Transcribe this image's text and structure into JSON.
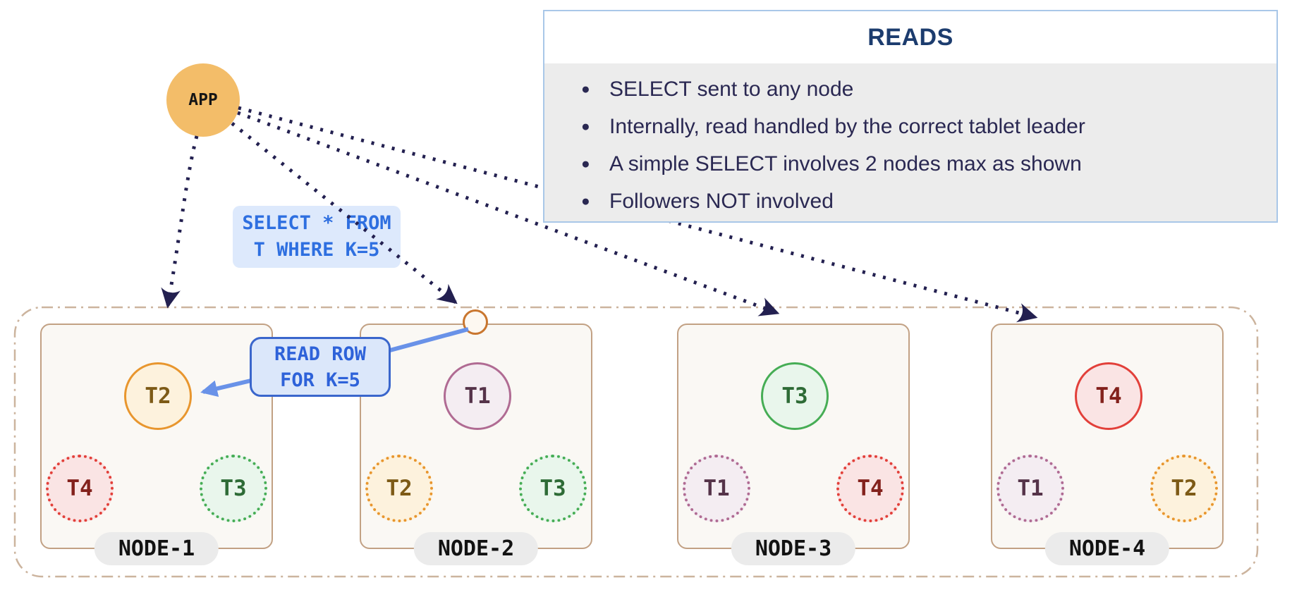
{
  "app": {
    "label": "APP"
  },
  "legend": {
    "title": "READS",
    "bullet_icon": "●",
    "items": [
      "SELECT sent to any node",
      "Internally, read handled by the correct tablet leader",
      "A simple SELECT involves 2 nodes max as shown",
      "Followers NOT involved"
    ]
  },
  "annotations": {
    "select_query": {
      "line1": "SELECT * FROM",
      "line2": "T WHERE K=5"
    },
    "read_row": {
      "line1": "READ ROW",
      "line2": "FOR K=5"
    }
  },
  "nodes": [
    {
      "label": "NODE-1",
      "leader": {
        "id": "T2",
        "color": "orange"
      },
      "followers": [
        {
          "id": "T4",
          "color": "red"
        },
        {
          "id": "T3",
          "color": "green"
        }
      ]
    },
    {
      "label": "NODE-2",
      "leader": {
        "id": "T1",
        "color": "purple"
      },
      "followers": [
        {
          "id": "T2",
          "color": "orange"
        },
        {
          "id": "T3",
          "color": "green"
        }
      ]
    },
    {
      "label": "NODE-3",
      "leader": {
        "id": "T3",
        "color": "green"
      },
      "followers": [
        {
          "id": "T1",
          "color": "purple"
        },
        {
          "id": "T4",
          "color": "red"
        }
      ]
    },
    {
      "label": "NODE-4",
      "leader": {
        "id": "T4",
        "color": "red"
      },
      "followers": [
        {
          "id": "T1",
          "color": "purple"
        },
        {
          "id": "T2",
          "color": "orange"
        }
      ]
    }
  ],
  "colors": {
    "app_fill": "#f3bd69",
    "arrow_dotted": "#232050",
    "arrow_blue": "#6992e8",
    "annotation_text": "#2e6fe0",
    "annotation_fill": "#dde9fc",
    "annotation_border": "#3a66cc",
    "legend_title": "#1c3c6e",
    "legend_text": "#2a2852",
    "legend_body_fill": "#ececec",
    "legend_border": "#a9c7e8",
    "node_border": "#c2a184",
    "node_fill": "#faf8f4",
    "cluster_border": "#ccb49e",
    "pill_fill": "#ebebeb",
    "tablet_orange": "#e8962e",
    "tablet_red": "#e2403a",
    "tablet_green": "#46ad55",
    "tablet_purple": "#b06b93"
  }
}
